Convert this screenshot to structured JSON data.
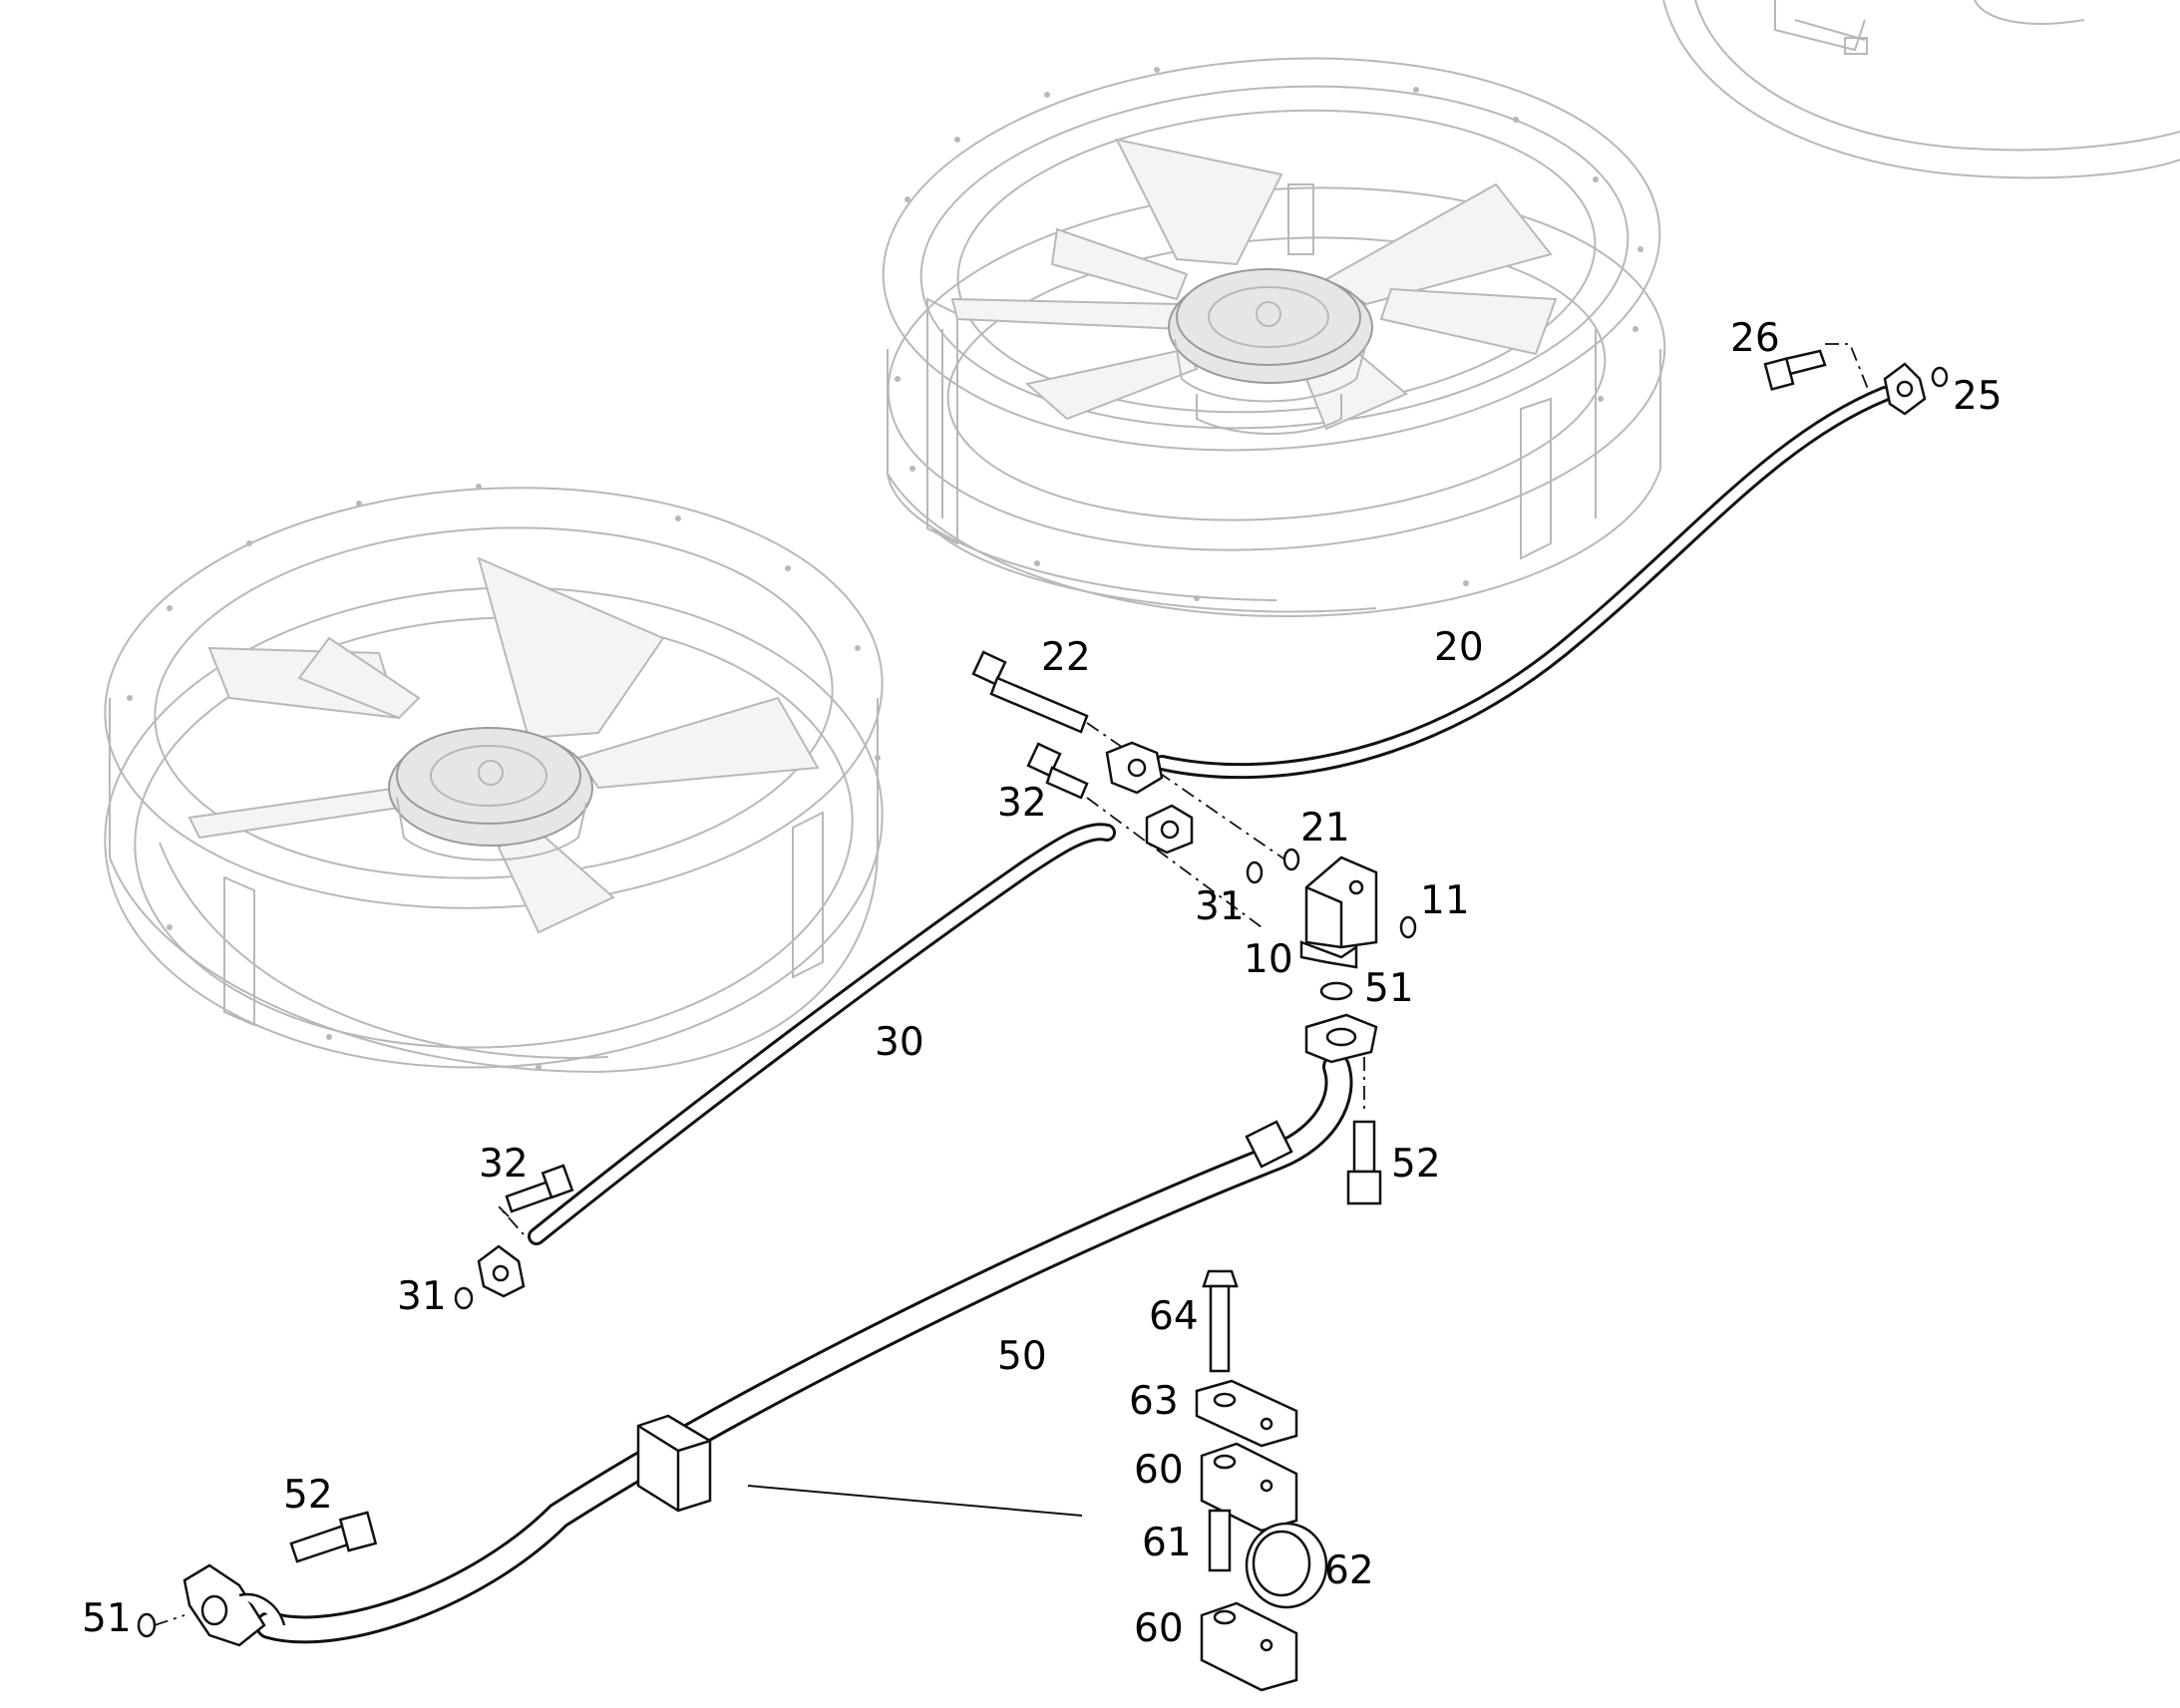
{
  "diagram": {
    "components": {
      "fan_left": {
        "name": "fan-assembly-left"
      },
      "fan_center": {
        "name": "fan-assembly-center"
      },
      "fan_top_right": {
        "name": "fan-assembly-top-right"
      }
    },
    "labels": [
      {
        "id": "lbl-26",
        "text": "26"
      },
      {
        "id": "lbl-25",
        "text": "25"
      },
      {
        "id": "lbl-22",
        "text": "22"
      },
      {
        "id": "lbl-20",
        "text": "20"
      },
      {
        "id": "lbl-32a",
        "text": "32"
      },
      {
        "id": "lbl-21",
        "text": "21"
      },
      {
        "id": "lbl-31a",
        "text": "31"
      },
      {
        "id": "lbl-11",
        "text": "11"
      },
      {
        "id": "lbl-10",
        "text": "10"
      },
      {
        "id": "lbl-51a",
        "text": "51"
      },
      {
        "id": "lbl-30",
        "text": "30"
      },
      {
        "id": "lbl-52a",
        "text": "52"
      },
      {
        "id": "lbl-32b",
        "text": "32"
      },
      {
        "id": "lbl-31b",
        "text": "31"
      },
      {
        "id": "lbl-64",
        "text": "64"
      },
      {
        "id": "lbl-50",
        "text": "50"
      },
      {
        "id": "lbl-63",
        "text": "63"
      },
      {
        "id": "lbl-60a",
        "text": "60"
      },
      {
        "id": "lbl-52b",
        "text": "52"
      },
      {
        "id": "lbl-61",
        "text": "61"
      },
      {
        "id": "lbl-62",
        "text": "62"
      },
      {
        "id": "lbl-51b",
        "text": "51"
      },
      {
        "id": "lbl-60b",
        "text": "60"
      }
    ]
  }
}
